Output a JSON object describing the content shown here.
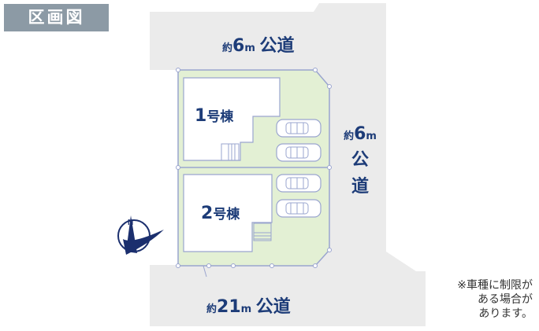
{
  "header": {
    "title": "区画図"
  },
  "roads": {
    "north": {
      "prefix": "約",
      "width": "6",
      "unit": "m",
      "name": "公道"
    },
    "east": {
      "prefix": "約",
      "width": "6",
      "unit": "m",
      "name_line1": "公",
      "name_line2": "道"
    },
    "south": {
      "prefix": "約",
      "width": "21",
      "unit": "m",
      "name": "公道"
    }
  },
  "lots": [
    {
      "number": "1",
      "suffix": "号棟"
    },
    {
      "number": "2",
      "suffix": "号棟"
    }
  ],
  "note": {
    "line1": "※車種に制限が",
    "line2": "ある場合が",
    "line3": "あります。"
  },
  "colors": {
    "road": "#ebebeb",
    "lot": "#e3f0d4",
    "house": "#ffffff",
    "outline": "#9aa5cf",
    "text": "#1d3c78",
    "compass": "#1b2f6e"
  },
  "icons": {
    "compass": "compass-icon",
    "car": "car-icon"
  }
}
